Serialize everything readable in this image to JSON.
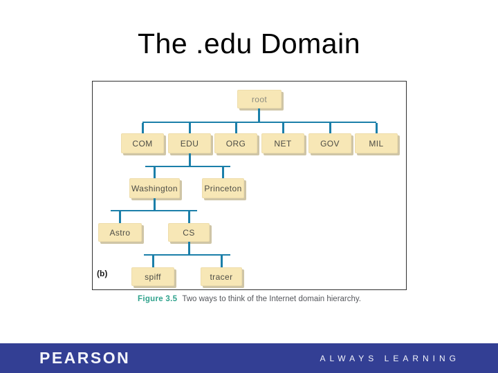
{
  "title": "The .edu Domain",
  "figure": {
    "panel_label": "(b)",
    "caption_label": "Figure 3.5",
    "caption_text": "Two ways to think of the Internet domain hierarchy.",
    "tree": {
      "nodes": {
        "root": {
          "label": "root"
        },
        "com": {
          "label": "COM"
        },
        "edu": {
          "label": "EDU"
        },
        "org": {
          "label": "ORG"
        },
        "net": {
          "label": "NET"
        },
        "gov": {
          "label": "GOV"
        },
        "mil": {
          "label": "MIL"
        },
        "washington": {
          "label": "Washington"
        },
        "princeton": {
          "label": "Princeton"
        },
        "astro": {
          "label": "Astro"
        },
        "cs": {
          "label": "CS"
        },
        "spiff": {
          "label": "spiff"
        },
        "tracer": {
          "label": "tracer"
        }
      },
      "edges": [
        [
          "root",
          "COM"
        ],
        [
          "root",
          "EDU"
        ],
        [
          "root",
          "ORG"
        ],
        [
          "root",
          "NET"
        ],
        [
          "root",
          "GOV"
        ],
        [
          "root",
          "MIL"
        ],
        [
          "EDU",
          "Washington"
        ],
        [
          "EDU",
          "Princeton"
        ],
        [
          "Washington",
          "Astro"
        ],
        [
          "Washington",
          "CS"
        ],
        [
          "CS",
          "spiff"
        ],
        [
          "CS",
          "tracer"
        ]
      ]
    }
  },
  "footer": {
    "brand": "PEARSON",
    "tagline": "ALWAYS LEARNING"
  },
  "colors": {
    "node_fill": "#f7e7b6",
    "node_text": "#4c4c45",
    "root_text": "#8b8b7f",
    "connector": "#1b7fa9",
    "caption_accent": "#2fa28c",
    "footer_bg": "#333f94",
    "footer_text": "#f4f5fb"
  }
}
